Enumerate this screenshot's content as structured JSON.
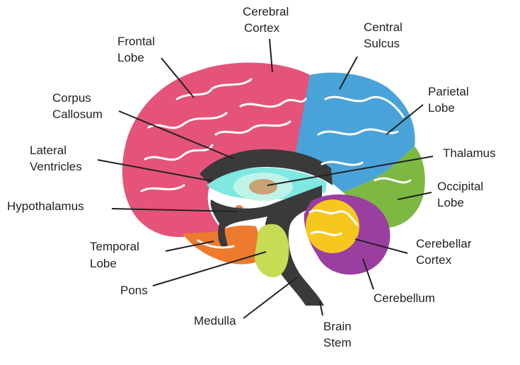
{
  "colors": {
    "frontal": "#E5537A",
    "parietal": "#4AA3D8",
    "occipital": "#7DB843",
    "temporal": "#EE7A2E",
    "corpus": "#3A3A3A",
    "ventricle": "#7FE8E0",
    "thalamus_ring": "#BFF3EA",
    "thalamus": "#C9A276",
    "cerebellum": "#9A3EA0",
    "cerebellar_cortex": "#F6C71E",
    "pons": "#C7DB55",
    "stem": "#3A3A3A",
    "leader": "#222222"
  },
  "labels": {
    "cerebral_cortex": [
      "Cerebral",
      "Cortex"
    ],
    "frontal_lobe": [
      "Frontal",
      "Lobe"
    ],
    "central_sulcus": [
      "Central",
      "Sulcus"
    ],
    "parietal_lobe": [
      "Parietal",
      "Lobe"
    ],
    "corpus_callosum": [
      "Corpus",
      "Callosum"
    ],
    "thalamus": [
      "Thalamus"
    ],
    "lateral_ventricles": [
      "Lateral",
      "Ventricles"
    ],
    "occipital_lobe": [
      "Occipital",
      "Lobe"
    ],
    "hypothalamus": [
      "Hypothalamus"
    ],
    "temporal_lobe": [
      "Temporal",
      "Lobe"
    ],
    "cerebellar_cortex": [
      "Cerebellar",
      "Cortex"
    ],
    "pons": [
      "Pons"
    ],
    "cerebellum": [
      "Cerebellum"
    ],
    "medulla": [
      "Medulla"
    ],
    "brain_stem": [
      "Brain",
      "Stem"
    ]
  }
}
